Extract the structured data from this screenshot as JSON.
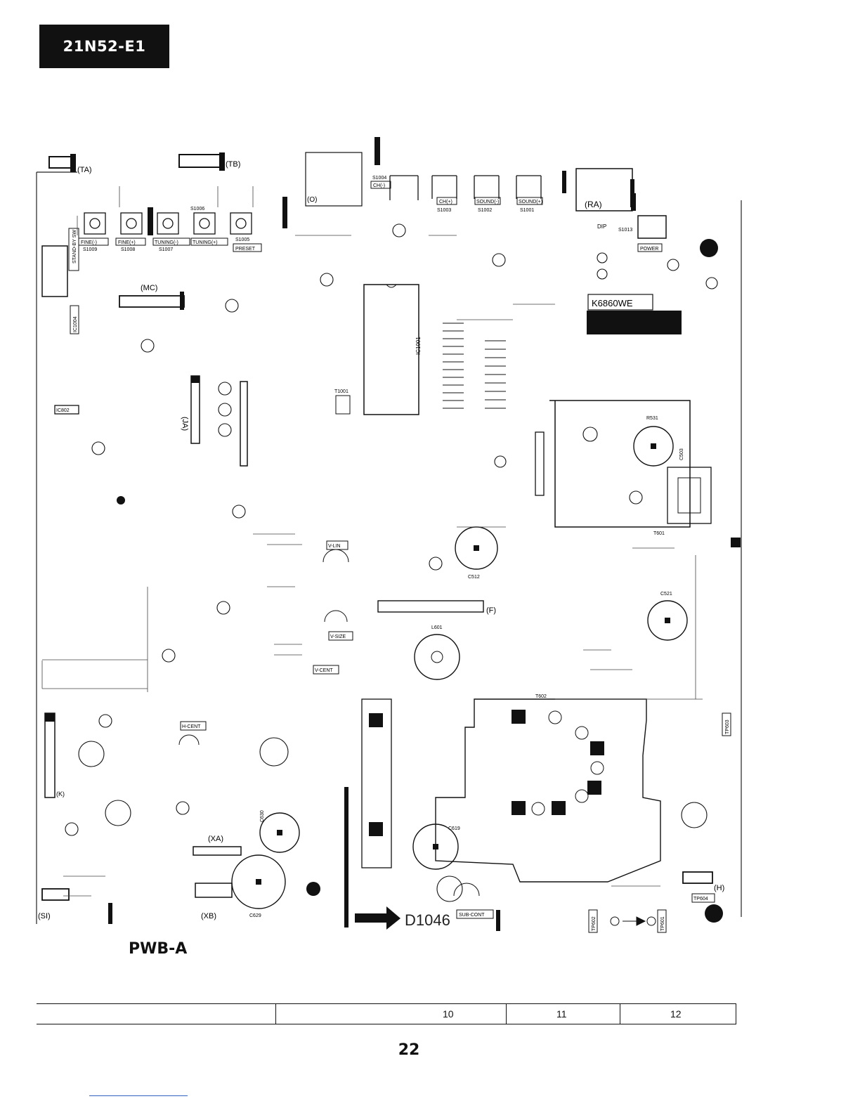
{
  "header": {
    "model": "21N52-E1"
  },
  "board": {
    "name": "PWB-A",
    "ic_label": "K6860WE",
    "connectors": [
      "(TA)",
      "(TB)",
      "(RA)",
      "(MC)",
      "(JA)",
      "(F)",
      "(XA)",
      "(XB)",
      "(SI)",
      "(H)",
      "(K)",
      "(O)"
    ],
    "buttons": [
      "FINE(-)",
      "FINE(+)",
      "TUNING(-)",
      "TUNING(+)",
      "PRESET",
      "STAND-BY SW",
      "CH(-)",
      "CH(+)",
      "SOUND(-)",
      "SOUND(+)",
      "POWER"
    ],
    "controls": [
      "V-SIZE",
      "V-CENT",
      "V-LIN",
      "H-CENT",
      "SUB-CONT"
    ],
    "labels": [
      "S1009",
      "S1008",
      "S1007",
      "S1006",
      "S1005",
      "S1004",
      "S1003",
      "S1002",
      "S1001",
      "S1013",
      "IC1001",
      "IC1004",
      "IC802",
      "T1001",
      "T601",
      "T602",
      "C503",
      "C512",
      "C521",
      "C629",
      "C630",
      "C619",
      "L601",
      "R531",
      "D1046",
      "DIP"
    ],
    "tp_labels": [
      "TP602",
      "TP601",
      "TP604",
      "TP603"
    ]
  },
  "grid": {
    "numbers": [
      "10",
      "11",
      "12"
    ]
  },
  "page": {
    "number": "22"
  }
}
